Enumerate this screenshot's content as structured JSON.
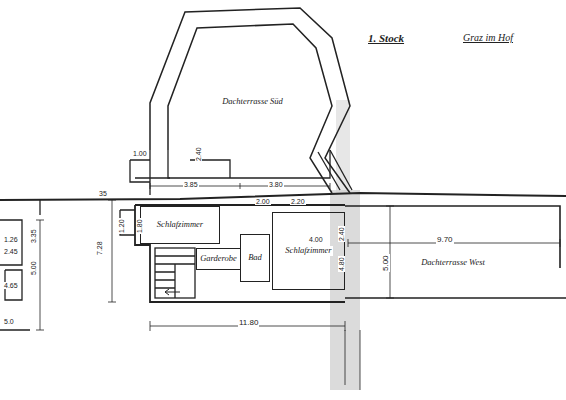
{
  "diagram": {
    "title": "1. Stock",
    "nodes": [
      {
        "text": [
          "Dachterrasse Süd"
        ]
      },
      {
        "text": [
          "Schlafzimmer"
        ]
      },
      {
        "text": [
          "Garderobe"
        ]
      },
      {
        "text": [
          "Bad"
        ]
      },
      {
        "text": [
          "Schlafzimmer"
        ]
      },
      {
        "text": [
          "Dachterrasse West"
        ]
      }
    ],
    "labels": [
      "Graz im Hof",
      "1.00",
      "2.40",
      "3.85",
      "3.80",
      "35",
      "7.28",
      "1.20",
      "1.80",
      "2.00",
      "2.20",
      "4.00",
      "9.70",
      "5.00",
      "2.40",
      "4.80",
      "11.80",
      "1.26",
      "2.45",
      "3.35",
      "5.00",
      "4.65",
      "5.0"
    ]
  }
}
